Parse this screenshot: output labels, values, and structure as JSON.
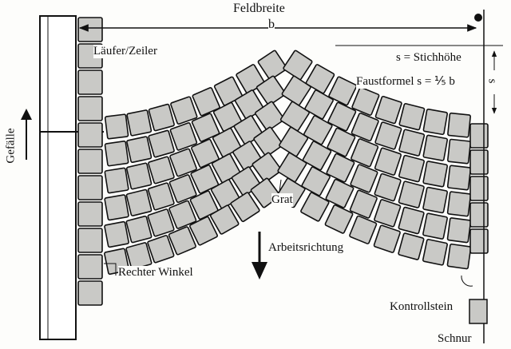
{
  "labels": {
    "feldbreite": "Feldbreite",
    "b": "b",
    "laeufer": "Läufer/Zeiler",
    "stichhoehe": "s = Stichhöhe",
    "faustformel": "Faustformel s = ⅕ b",
    "s": "s",
    "gefaelle": "Gefälle",
    "grat": "Grat",
    "arbeitsrichtung": "Arbeitsrichtung",
    "rechter_winkel": "Rechter Winkel",
    "kontrollstein": "Kontrollstein",
    "schnur": "Schnur"
  },
  "colors": {
    "ink": "#111111",
    "stone": "#c9c9c6",
    "wall": "#bdbdba"
  }
}
